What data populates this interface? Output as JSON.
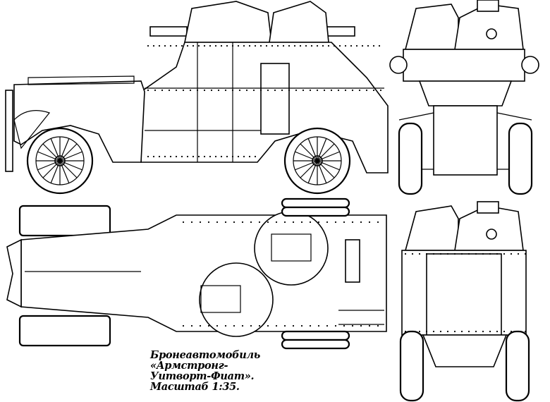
{
  "caption": {
    "line1": "Бронеавтомобиль",
    "line2": "«Армстронг-",
    "line3": "Уитворт-Фиат».",
    "line4": "Масштаб 1:35."
  },
  "views": [
    "side-view",
    "front-view",
    "top-view",
    "rear-view"
  ]
}
